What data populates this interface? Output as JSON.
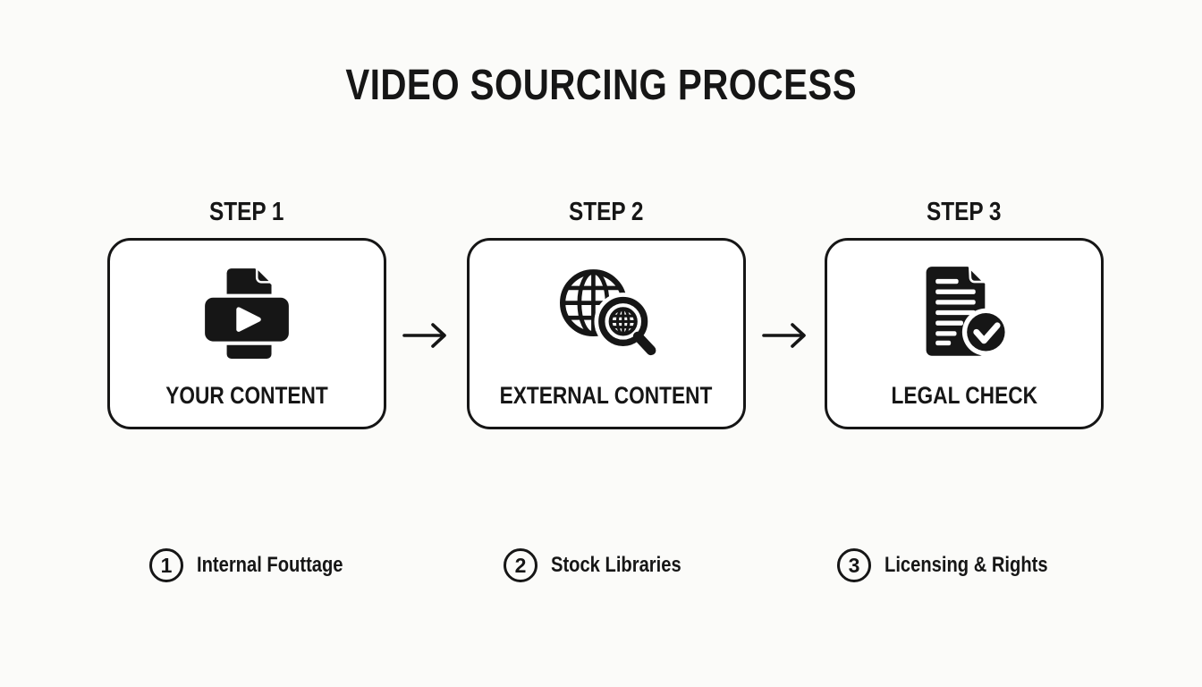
{
  "title": "VIDEO SOURCING PROCESS",
  "steps": [
    {
      "label": "STEP 1",
      "caption": "YOUR CONTENT",
      "icon": "video-file-icon"
    },
    {
      "label": "STEP 2",
      "caption": "EXTERNAL CONTENT",
      "icon": "globe-search-icon"
    },
    {
      "label": "STEP 3",
      "caption": "LEGAL CHECK",
      "icon": "document-check-icon"
    }
  ],
  "legend": [
    {
      "number": "1",
      "label": "Internal Fouttage"
    },
    {
      "number": "2",
      "label": "Stock Libraries"
    },
    {
      "number": "3",
      "label": "Licensing & Rights"
    }
  ],
  "colors": {
    "ink": "#161616",
    "background": "#fbfbf9",
    "box_fill": "#ffffff"
  }
}
